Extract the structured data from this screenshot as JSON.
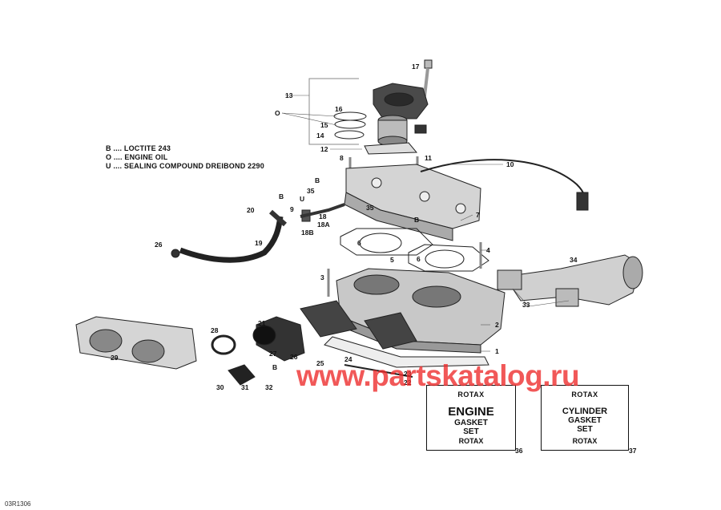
{
  "legend": [
    "B .... LOCTITE 243",
    "O .... ENGINE OIL",
    "U .... SEALING COMPOUND DREIBOND 2290"
  ],
  "watermark": "www.partskatalog.ru",
  "drawing_code": "03R1306",
  "kits": {
    "engine": {
      "brand_top": "ROTAX",
      "line1": "ENGINE",
      "line2": "GASKET",
      "line3": "SET",
      "brand_bottom": "ROTAX"
    },
    "cylinder": {
      "brand_top": "ROTAX",
      "line1": "CYLINDER",
      "line2": "GASKET",
      "line3": "SET",
      "brand_bottom": "ROTAX"
    }
  },
  "callouts": [
    "1",
    "2",
    "3",
    "4",
    "5",
    "6",
    "6",
    "7",
    "8",
    "9",
    "10",
    "11",
    "12",
    "13",
    "14",
    "15",
    "16",
    "17",
    "18",
    "18A",
    "18B",
    "19",
    "20",
    "21",
    "22",
    "23",
    "24",
    "25",
    "26",
    "26",
    "27",
    "28",
    "29",
    "30",
    "31",
    "32",
    "33",
    "34",
    "35",
    "35",
    "36",
    "37",
    "O",
    "U",
    "B",
    "B",
    "B",
    "B"
  ]
}
